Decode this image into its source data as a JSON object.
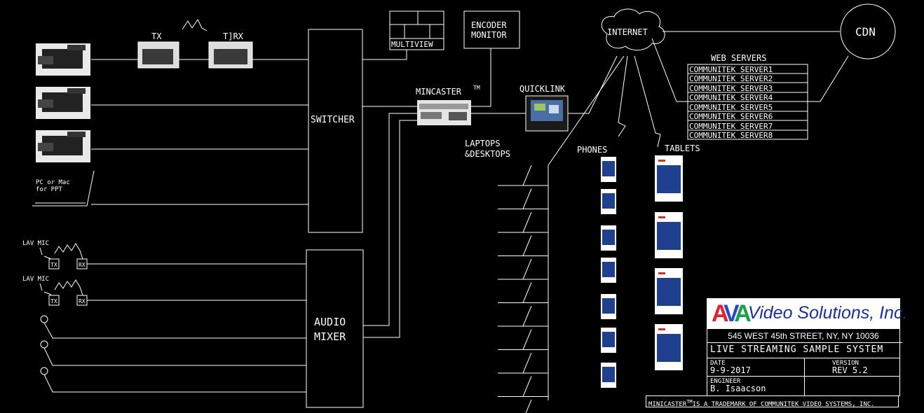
{
  "devices": {
    "tx": "TX",
    "trx": "T]RX",
    "multiview": "MULTIVIEW",
    "encoder_monitor": [
      "ENCODER",
      "MONITOR"
    ],
    "switcher": "SWITCHER",
    "audio_mixer": [
      "AUDIO",
      "MIXER"
    ],
    "mincaster": "MINCASTER",
    "quicklink": "QUICKLINK",
    "internet": "INTERNET",
    "cdn": "CDN",
    "pc_mac": [
      "PC or Mac",
      "for PPT"
    ],
    "lav_mic": "LAV MIC",
    "mic_tx": "TX",
    "mic_rx": "RX",
    "laptops": [
      "LAPTOPS",
      "&DESKTOPS"
    ],
    "phones": "PHONES",
    "tablets": "TABLETS",
    "tm": "TM",
    "web_servers_title": "WEB SERVERS",
    "web_servers": [
      "COMMUNITEK SERVER1",
      "COMMUNITEK SERVER2",
      "COMMUNITEK SERVER3",
      "COMMUNITEK SERVER4",
      "COMMUNITEK SERVER5",
      "COMMUNITEK SERVER6",
      "COMMUNITEK SERVER7",
      "COMMUNITEK SERVER8"
    ]
  },
  "title_block": {
    "logo_letters": [
      "A",
      "V",
      "A"
    ],
    "company": "Video Solutions, Inc.",
    "address": "545 WEST 45th STREET, NY, NY 10036",
    "system": "LIVE STREAMING SAMPLE SYSTEM",
    "date_label": "DATE",
    "date": "9-9-2017",
    "version_label": "VERSION",
    "version": "REV 5.2",
    "engineer_label": "ENGINEER",
    "engineer": "B. Isaacson"
  },
  "trademark": {
    "brand": "MINICASTER",
    "tm": "TM",
    "text": "IS A TRADEMARK OF COMMUNITEK VIDEO SYSTEMS, INC."
  }
}
